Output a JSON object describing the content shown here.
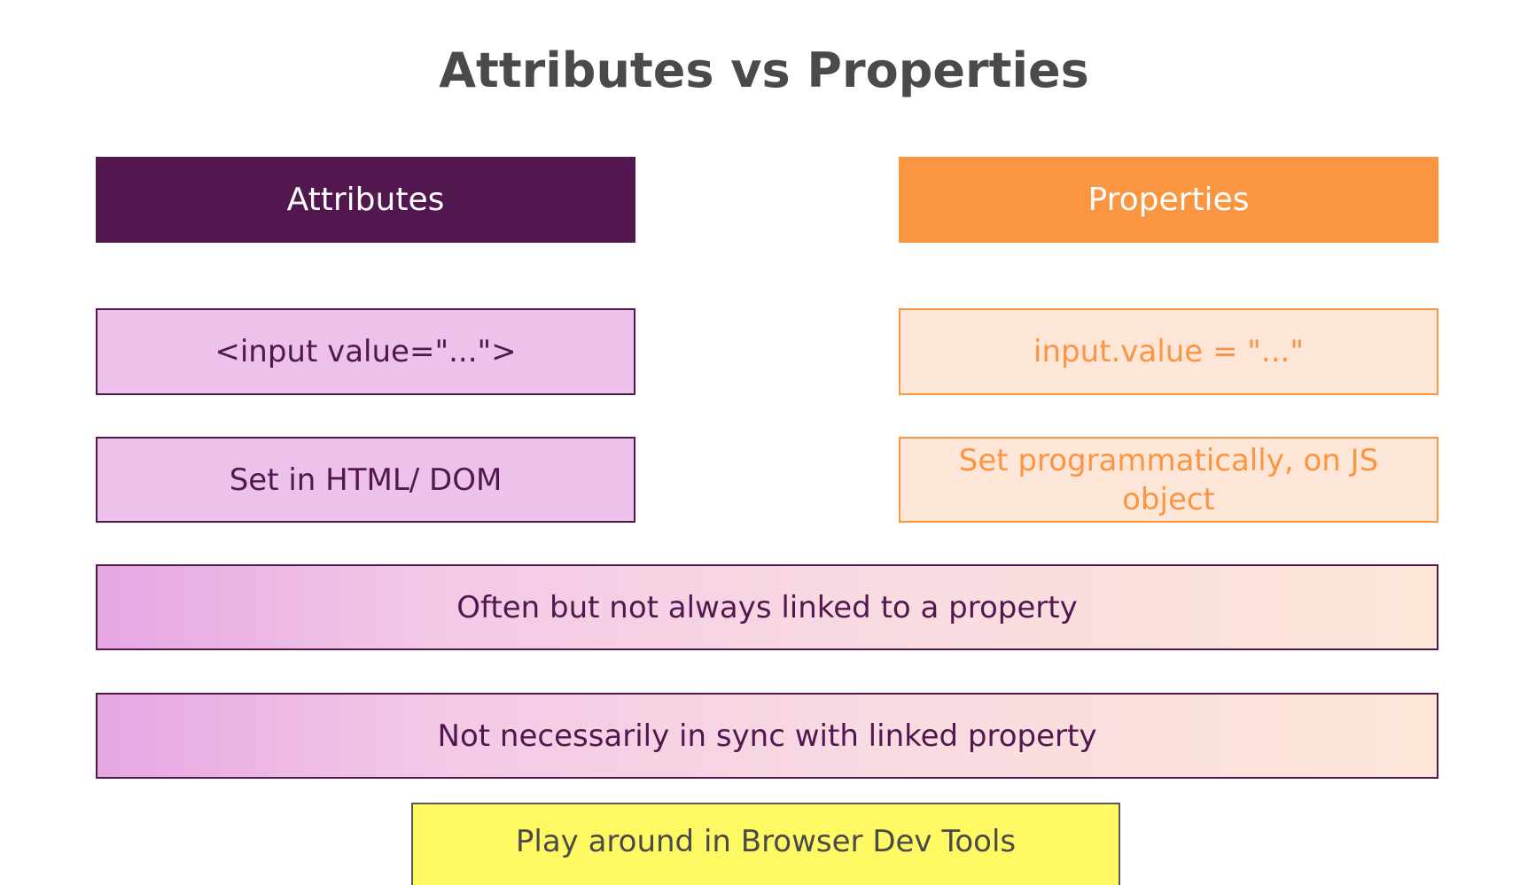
{
  "title": "Attributes vs Properties",
  "columns": {
    "attributes": {
      "header": "Attributes",
      "example": "<input value=\"...\">",
      "where_set": "Set in HTML/ DOM"
    },
    "properties": {
      "header": "Properties",
      "example": "input.value = \"...\"",
      "where_set": "Set programmatically, on JS object"
    }
  },
  "shared": {
    "linked": "Often but not always linked to a property",
    "sync": "Not necessarily in sync with linked property"
  },
  "tip": "Play around in Browser Dev Tools",
  "colors": {
    "attributes_dark": "#52174f",
    "attributes_light": "#ecc1ea",
    "properties_accent": "#fa9542",
    "properties_light": "#fde6d8",
    "tip_background": "#fff963",
    "title_text": "#4a4a4a"
  }
}
